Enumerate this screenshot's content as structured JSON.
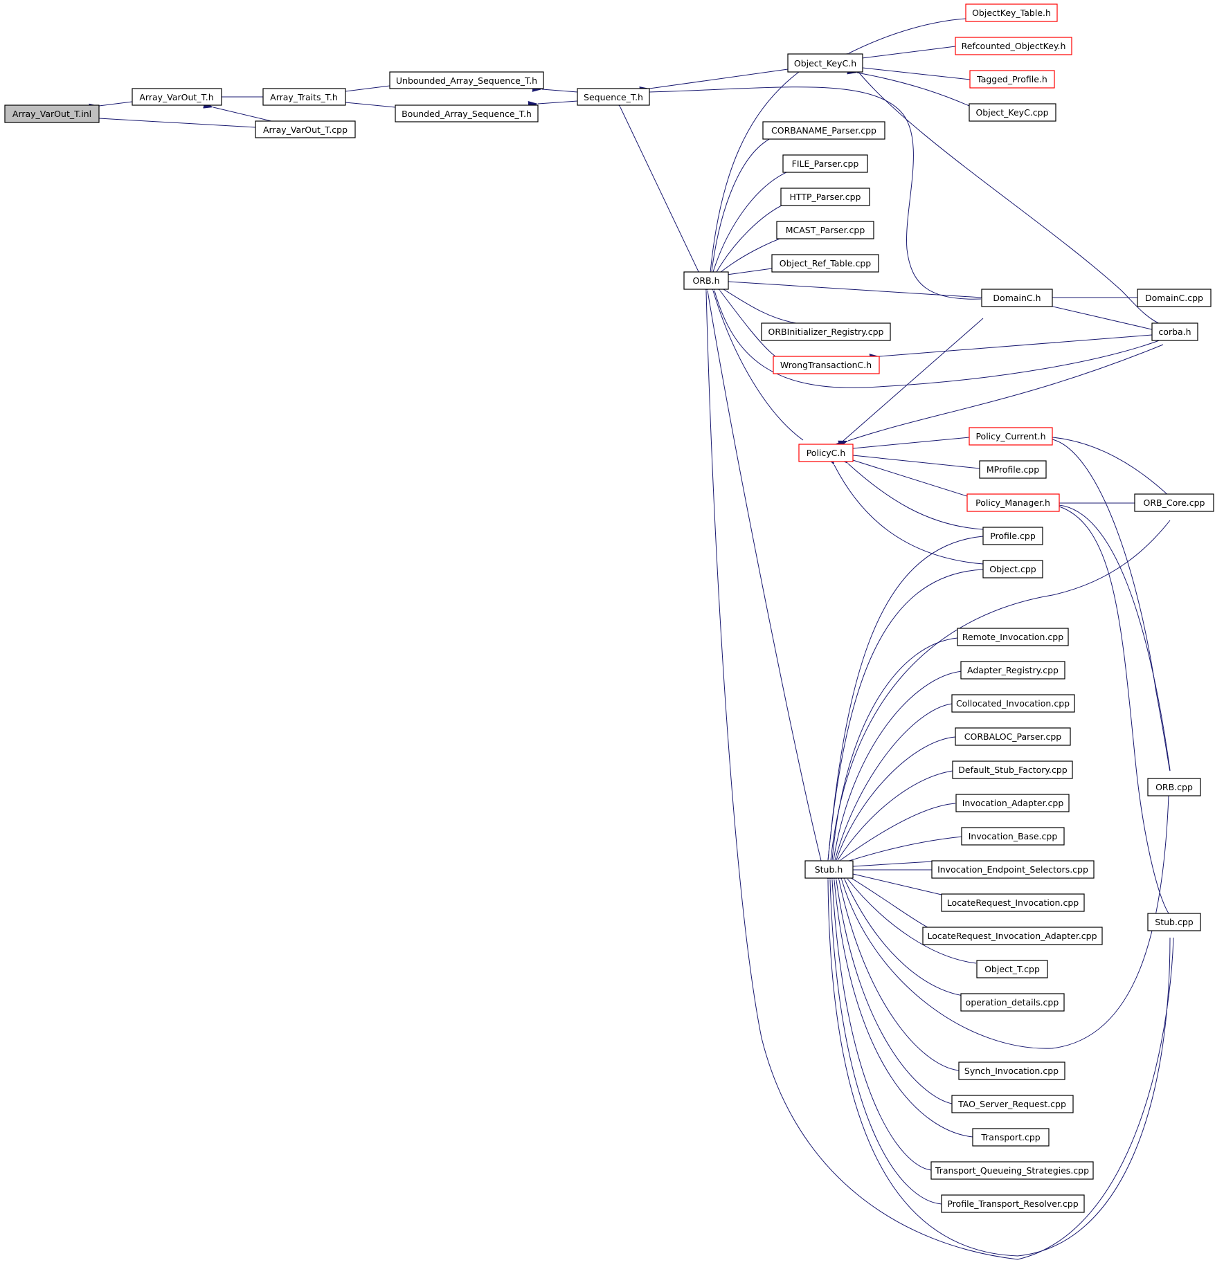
{
  "diagram": {
    "colors": {
      "edge": "#191970",
      "arrowhead": "#191970",
      "node_border": "#000000",
      "incomplete_border": "#ff0000",
      "root_fill": "#bfbfbf"
    },
    "nodes": {
      "array_varout_t_inl": "Array_VarOut_T.inl",
      "array_varout_t_h": "Array_VarOut_T.h",
      "array_varout_t_cpp": "Array_VarOut_T.cpp",
      "array_traits_t_h": "Array_Traits_T.h",
      "unbounded_array_sequence_t_h": "Unbounded_Array_Sequence_T.h",
      "bounded_array_sequence_t_h": "Bounded_Array_Sequence_T.h",
      "sequence_t_h": "Sequence_T.h",
      "object_keyc_h": "Object_KeyC.h",
      "objectkey_table_h": "ObjectKey_Table.h",
      "refcounted_objectkey_h": "Refcounted_ObjectKey.h",
      "tagged_profile_h": "Tagged_Profile.h",
      "object_keyc_cpp": "Object_KeyC.cpp",
      "corbaname_parser_cpp": "CORBANAME_Parser.cpp",
      "file_parser_cpp": "FILE_Parser.cpp",
      "http_parser_cpp": "HTTP_Parser.cpp",
      "mcast_parser_cpp": "MCAST_Parser.cpp",
      "object_ref_table_cpp": "Object_Ref_Table.cpp",
      "orb_h": "ORB.h",
      "domainc_h": "DomainC.h",
      "domainc_cpp": "DomainC.cpp",
      "corba_h": "corba.h",
      "orbinitializer_registry_cpp": "ORBInitializer_Registry.cpp",
      "wrongtransactionc_h": "WrongTransactionC.h",
      "policyc_h": "PolicyC.h",
      "policy_current_h": "Policy_Current.h",
      "mprofile_cpp": "MProfile.cpp",
      "policy_manager_h": "Policy_Manager.h",
      "orb_core_cpp": "ORB_Core.cpp",
      "profile_cpp": "Profile.cpp",
      "object_cpp": "Object.cpp",
      "remote_invocation_cpp": "Remote_Invocation.cpp",
      "adapter_registry_cpp": "Adapter_Registry.cpp",
      "collocated_invocation_cpp": "Collocated_Invocation.cpp",
      "corbaloc_parser_cpp": "CORBALOC_Parser.cpp",
      "default_stub_factory_cpp": "Default_Stub_Factory.cpp",
      "invocation_adapter_cpp": "Invocation_Adapter.cpp",
      "invocation_base_cpp": "Invocation_Base.cpp",
      "stub_h": "Stub.h",
      "invocation_endpoint_selectors_cpp": "Invocation_Endpoint_Selectors.cpp",
      "locaterequest_invocation_cpp": "LocateRequest_Invocation.cpp",
      "locaterequest_invocation_adapter_cpp": "LocateRequest_Invocation_Adapter.cpp",
      "object_t_cpp": "Object_T.cpp",
      "operation_details_cpp": "operation_details.cpp",
      "synch_invocation_cpp": "Synch_Invocation.cpp",
      "tao_server_request_cpp": "TAO_Server_Request.cpp",
      "transport_cpp": "Transport.cpp",
      "transport_queueing_strategies_cpp": "Transport_Queueing_Strategies.cpp",
      "profile_transport_resolver_cpp": "Profile_Transport_Resolver.cpp",
      "orb_cpp": "ORB.cpp",
      "stub_cpp": "Stub.cpp"
    }
  }
}
